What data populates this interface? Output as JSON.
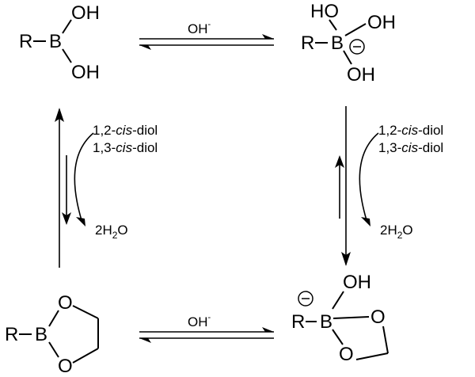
{
  "atoms": {
    "R": "R",
    "B": "B",
    "OH": "OH",
    "HO": "HO",
    "O": "O"
  },
  "charge": {
    "minus": "−"
  },
  "reagents": {
    "hydroxide": "OH",
    "hydroxide_charge": "-",
    "diol1_prefix": "1,2-",
    "diol1_italic": "cis",
    "diol1_suffix": "-diol",
    "diol2_prefix": "1,3-",
    "diol2_italic": "cis",
    "diol2_suffix": "-diol",
    "water_coef_H": "2H",
    "water_sub": "2",
    "water_O": "O"
  }
}
